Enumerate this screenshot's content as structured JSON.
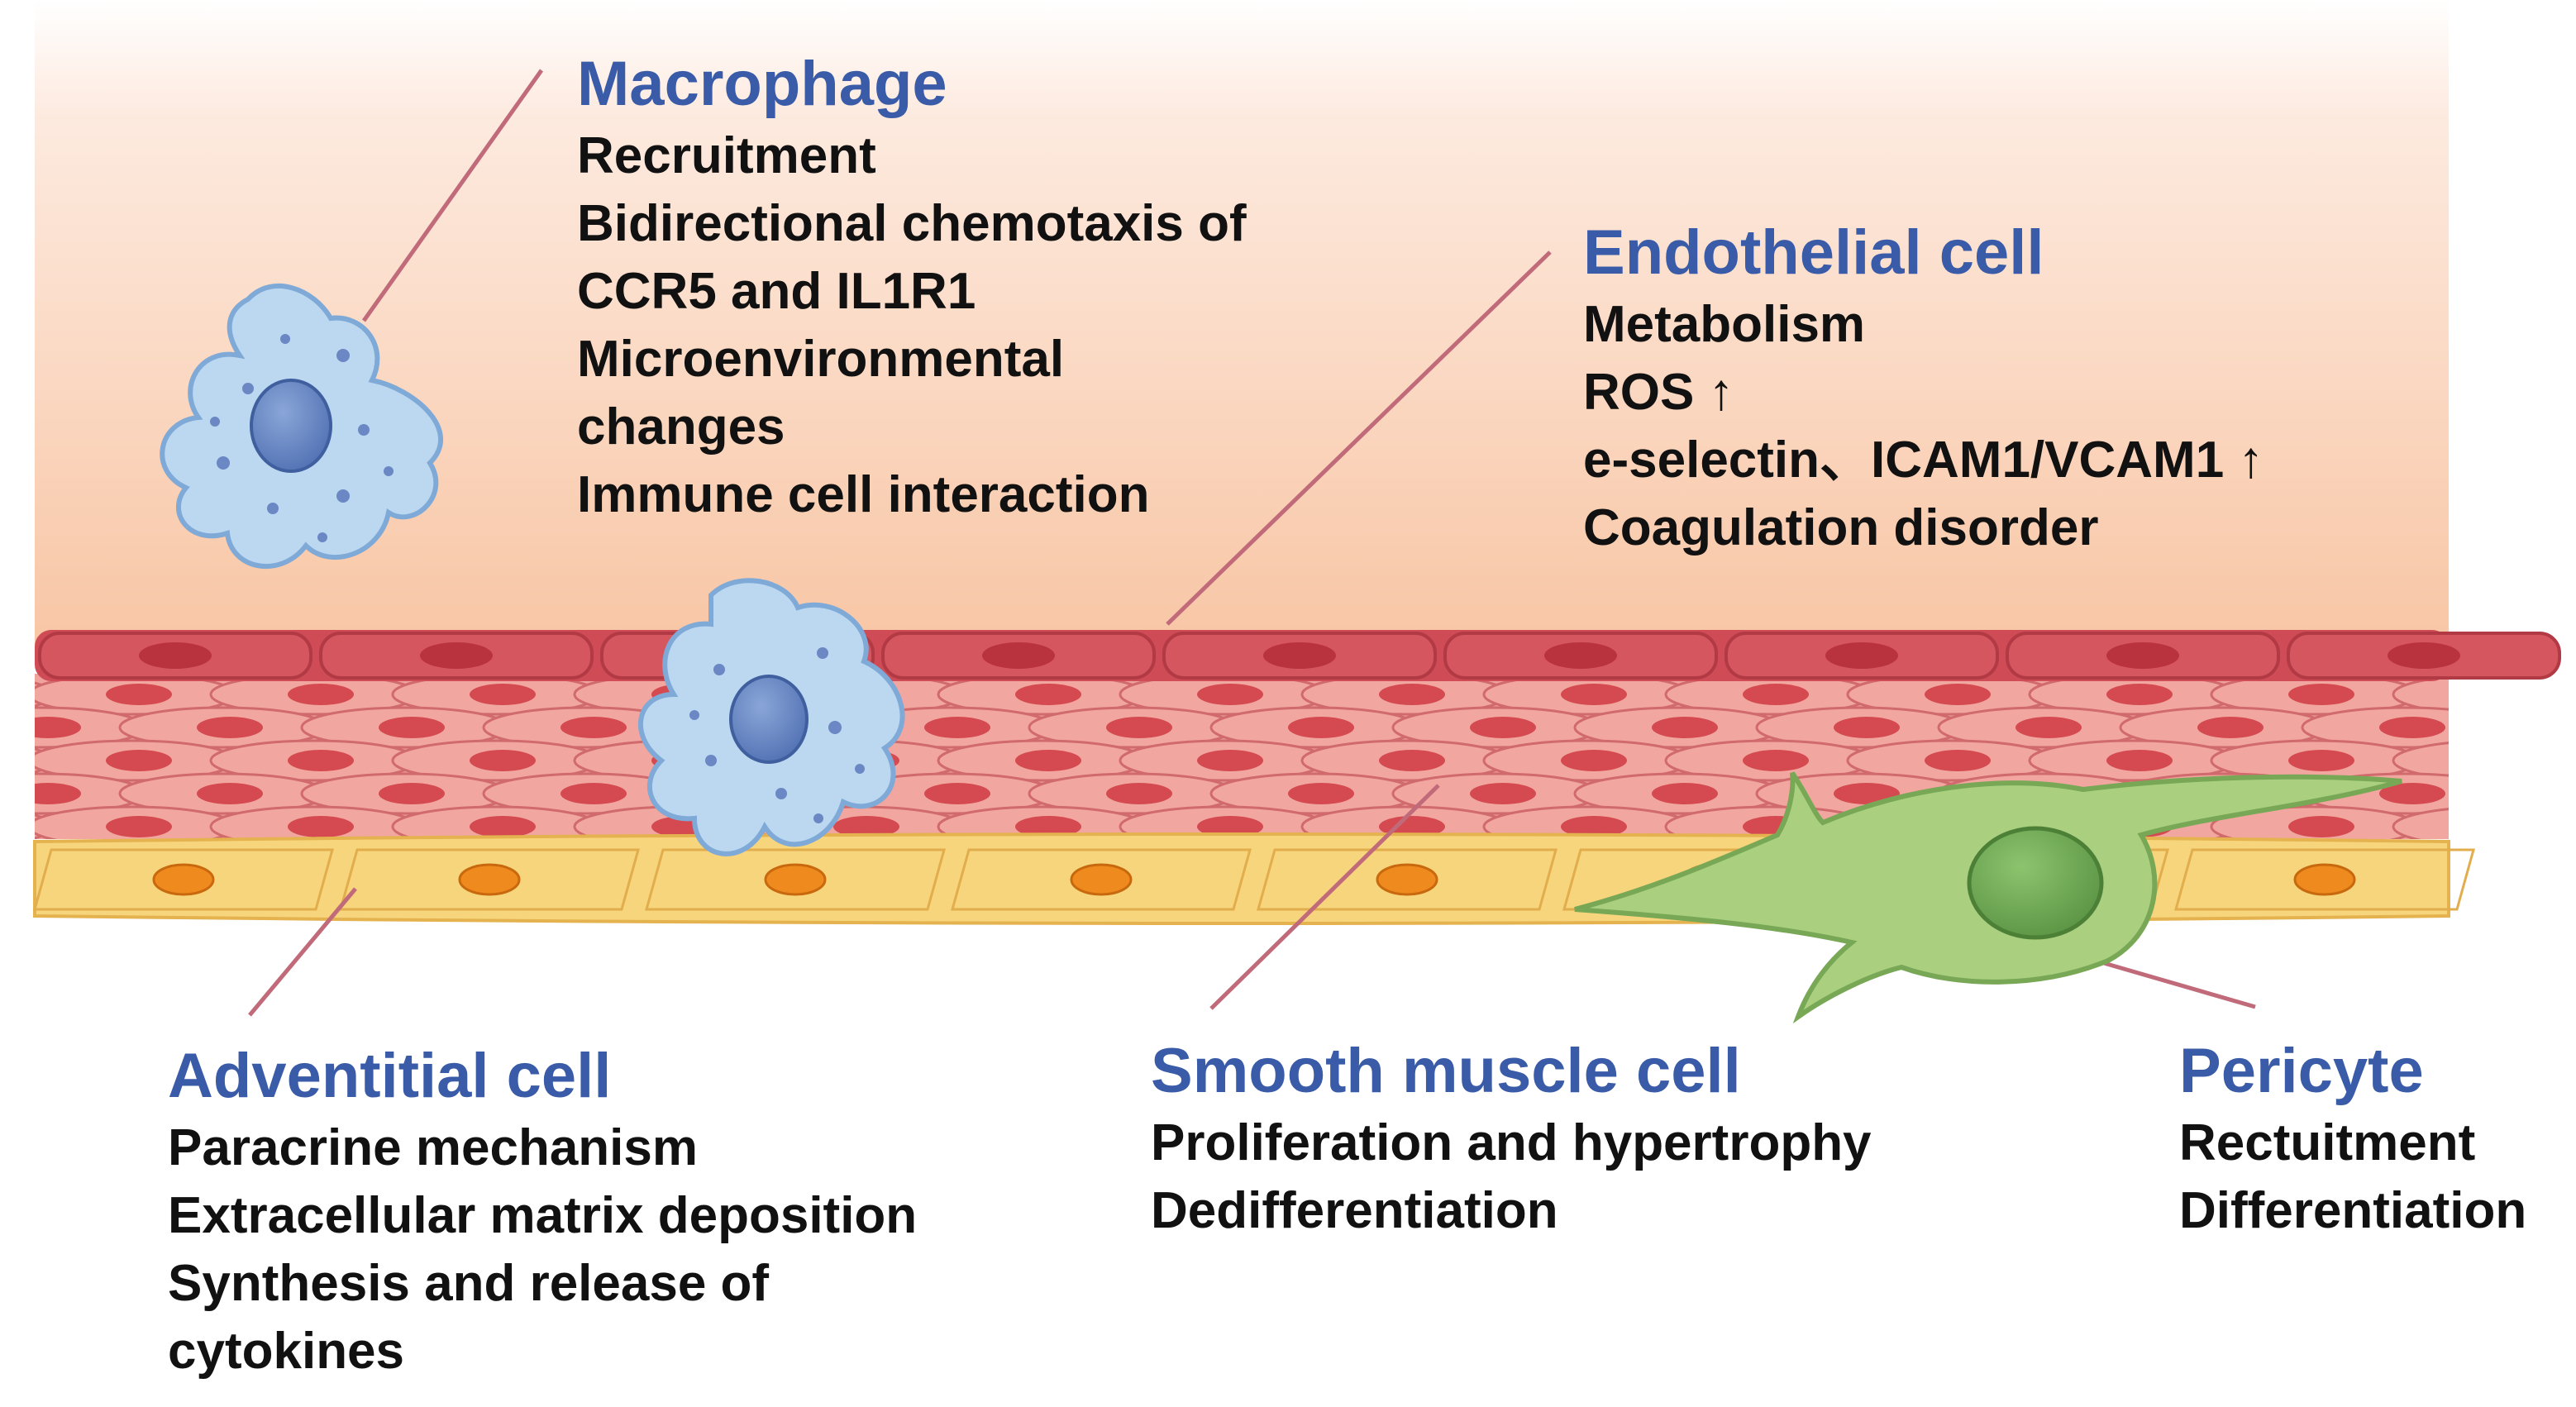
{
  "colors": {
    "title": "#3a5ba8",
    "text": "#111111",
    "lumen": "#f8c8a8",
    "endothelium": "#d9545c",
    "smooth_muscle": "#ec8c88",
    "adventitia": "#f7d880",
    "macrophage": "#b7d6f0",
    "pericyte": "#a9cf7f",
    "leader_line": "#c06a7a"
  },
  "macrophage": {
    "title": "Macrophage",
    "items": [
      "Recruitment",
      "Bidirectional chemotaxis of",
      "CCR5 and IL1R1",
      "Microenvironmental",
      "changes",
      "Immune cell interaction"
    ]
  },
  "endothelial": {
    "title": "Endothelial cell",
    "items": [
      "Metabolism",
      "ROS ↑",
      "e-selectin、ICAM1/VCAM1 ↑",
      "Coagulation disorder"
    ]
  },
  "adventitial": {
    "title": "Adventitial cell",
    "items": [
      "Paracrine mechanism",
      "Extracellular matrix deposition",
      "Synthesis and release of",
      "cytokines"
    ]
  },
  "smooth_muscle": {
    "title": "Smooth muscle cell",
    "items": [
      "Proliferation and hypertrophy",
      "Dedifferentiation"
    ]
  },
  "pericyte": {
    "title": "Pericyte",
    "items": [
      "Rectuitment",
      "Differentiation"
    ]
  }
}
